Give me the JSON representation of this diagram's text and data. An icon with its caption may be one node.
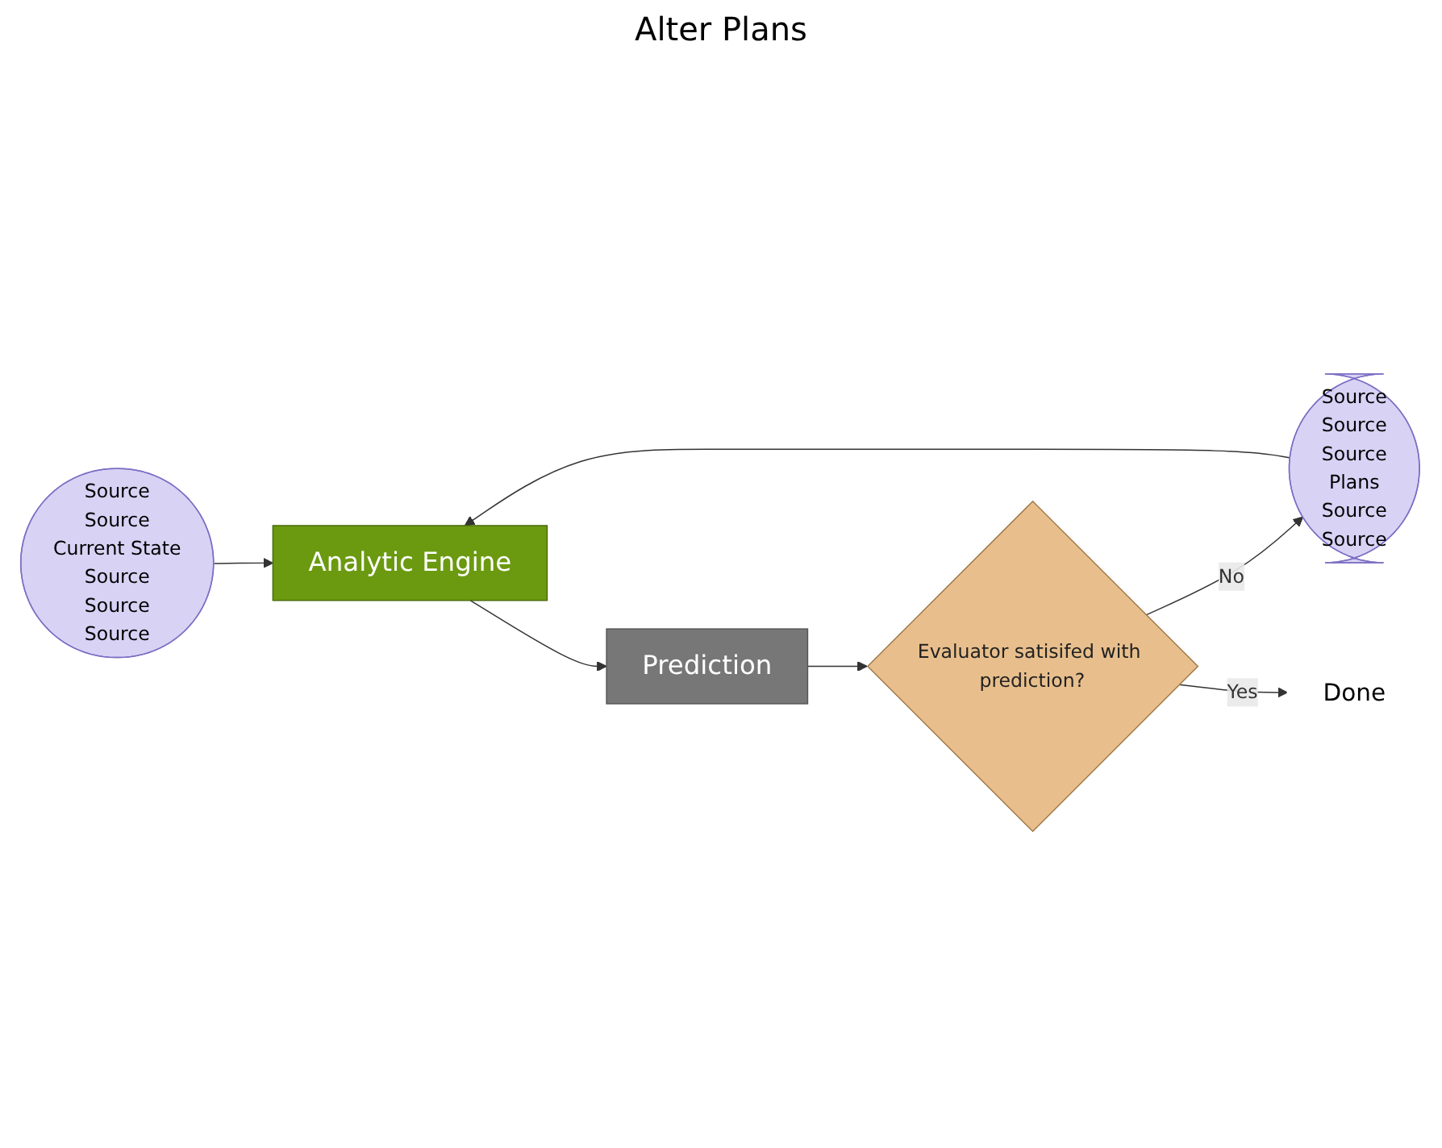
{
  "diagram": {
    "nodes": [
      {
        "text": [
          "Source",
          "Source",
          "Current State",
          "Source",
          "Source",
          "Source"
        ]
      },
      {
        "text": [
          "Source",
          "Source",
          "Source",
          "Plans",
          "Source",
          "Source"
        ]
      },
      {
        "text": [
          "Analytic Engine"
        ]
      },
      {
        "text": [
          "Prediction"
        ]
      },
      {
        "text": [
          "Evaluator satisifed with prediction?"
        ]
      },
      {
        "text": [
          "Done"
        ]
      }
    ],
    "edges": [
      {
        "from": 0,
        "to": 2,
        "arrow": "to"
      },
      {
        "from": 1,
        "to": 2,
        "arrow": "to"
      },
      {
        "from": 2,
        "to": 3,
        "arrow": "to"
      },
      {
        "from": 3,
        "to": 4,
        "arrow": "to"
      },
      {
        "from": 4,
        "to": 1,
        "arrow": "to",
        "label": "No"
      },
      {
        "from": 4,
        "to": 5,
        "arrow": "to",
        "label": "Yes"
      }
    ],
    "labels": [
      "Alter Plans"
    ]
  }
}
